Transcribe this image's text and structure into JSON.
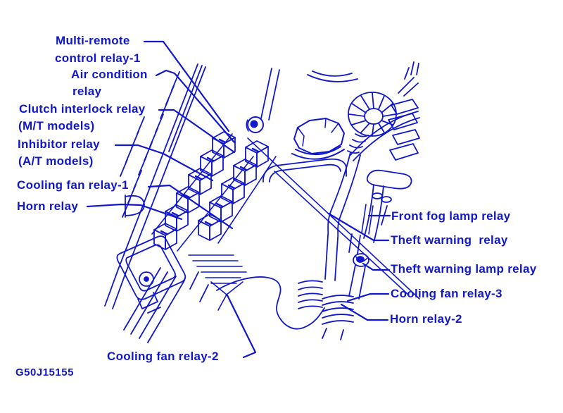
{
  "colors": {
    "ink": "#1118cc",
    "background": "#ffffff"
  },
  "figure_code": "G50J15155",
  "callouts": [
    {
      "id": "multi-remote-control-relay-1",
      "side": "left",
      "text_lines": [
        "Multi-remote",
        "control relay-1"
      ]
    },
    {
      "id": "air-condition-relay",
      "side": "left",
      "text_lines": [
        "Air condition",
        "relay"
      ]
    },
    {
      "id": "clutch-interlock-relay",
      "side": "left",
      "text_lines": [
        "Clutch interlock relay",
        "(M/T models)"
      ]
    },
    {
      "id": "inhibitor-relay",
      "side": "left",
      "text_lines": [
        "Inhibitor relay",
        "(A/T models)"
      ]
    },
    {
      "id": "cooling-fan-relay-1",
      "side": "left",
      "text_lines": [
        "Cooling fan relay-1"
      ]
    },
    {
      "id": "horn-relay",
      "side": "left",
      "text_lines": [
        "Horn relay"
      ]
    },
    {
      "id": "front-fog-lamp-relay",
      "side": "right",
      "text_lines": [
        "Front fog lamp relay"
      ]
    },
    {
      "id": "theft-warning-relay",
      "side": "right",
      "text_lines": [
        "Theft warning  relay"
      ]
    },
    {
      "id": "theft-warning-lamp-relay",
      "side": "right",
      "text_lines": [
        "Theft warning lamp relay"
      ]
    },
    {
      "id": "cooling-fan-relay-3",
      "side": "right",
      "text_lines": [
        "Cooling fan relay-3"
      ]
    },
    {
      "id": "horn-relay-2",
      "side": "right",
      "text_lines": [
        "Horn relay-2"
      ]
    },
    {
      "id": "cooling-fan-relay-2",
      "side": "bottom",
      "text_lines": [
        "Cooling fan relay-2"
      ]
    }
  ],
  "drawing": {
    "parts": [
      "relay-bank-cubes",
      "relay-tray",
      "reservoir-cap",
      "reservoir-tank",
      "bolt-grommet",
      "corrugated-hose-loop",
      "hose-curves",
      "ribbed-hose-patches",
      "right-side-assembly",
      "frame-rail-hatching",
      "mounting-bracket",
      "leader-lines"
    ]
  }
}
